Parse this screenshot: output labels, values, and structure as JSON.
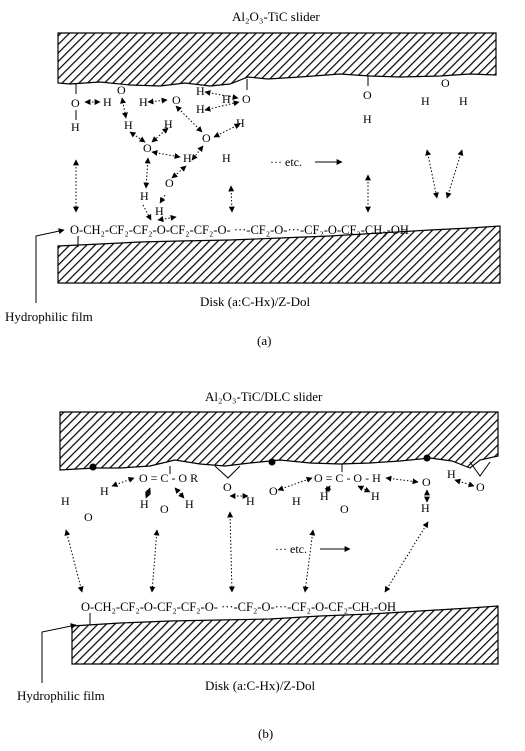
{
  "panel_a": {
    "slider_label": "Al₂O₃-TiC slider",
    "chain_text": "O-CH₂-CF₂-CF₂-O-CF₂-CF₂-O- ···-CF₂-O-···-CF₂-O-CF₂-CH₂-OH",
    "etc_text": "··· etc.",
    "disk_label": "Disk (a:C-Hx)/Z-Dol",
    "film_label": "Hydrophilic film",
    "caption": "(a)"
  },
  "panel_b": {
    "slider_label": "Al₂O₃-TiC/DLC slider",
    "chain_text": "O-CH₂-CF₂-O-CF₂-CF₂-O- ···-CF₂-O-···-CF₂-O-CF₂-CH₂-OH",
    "etc_text": "··· etc.",
    "disk_label": "Disk (a:C-Hx)/Z-Dol",
    "film_label": "Hydrophilic film",
    "caption": "(b)",
    "groups": [
      "O = C - O R",
      "O = C - O - H"
    ]
  },
  "atoms": {
    "h": "H",
    "o": "O"
  },
  "colors": {
    "ink": "#000000",
    "background": "#ffffff"
  }
}
